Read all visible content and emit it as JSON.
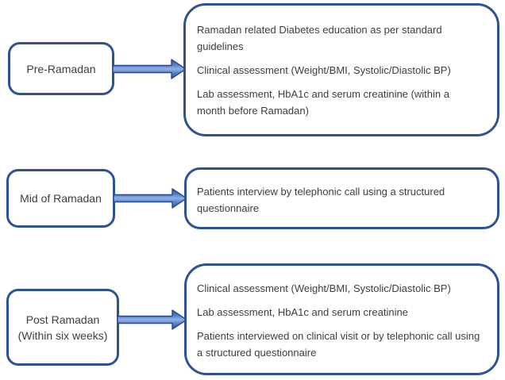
{
  "diagram": {
    "name": "Ramadan diabetes study assessment flowchart",
    "colors": {
      "box_border": "#2e5394",
      "arrow_outline": "#26498e",
      "arrow_fill_dark": "#2b5198",
      "arrow_fill_light": "#8fb0e4",
      "text": "#3d3d3d",
      "background": "#ffffff"
    },
    "rows": [
      {
        "stage": "Pre-Ramadan",
        "details": [
          "Ramadan related Diabetes education as per standard guidelines",
          "Clinical assessment (Weight/BMI, Systolic/Diastolic BP)",
          "Lab assessment, HbA1c and serum creatinine (within a month before Ramadan)"
        ]
      },
      {
        "stage": "Mid of Ramadan",
        "details": [
          "Patients interview by telephonic call using a structured questionnaire"
        ]
      },
      {
        "stage": "Post Ramadan\n(Within six weeks)",
        "details": [
          "Clinical assessment (Weight/BMI, Systolic/Diastolic BP)",
          "Lab assessment, HbA1c and serum creatinine",
          "Patients interviewed on clinical visit or by telephonic call using a structured questionnaire"
        ]
      }
    ]
  }
}
